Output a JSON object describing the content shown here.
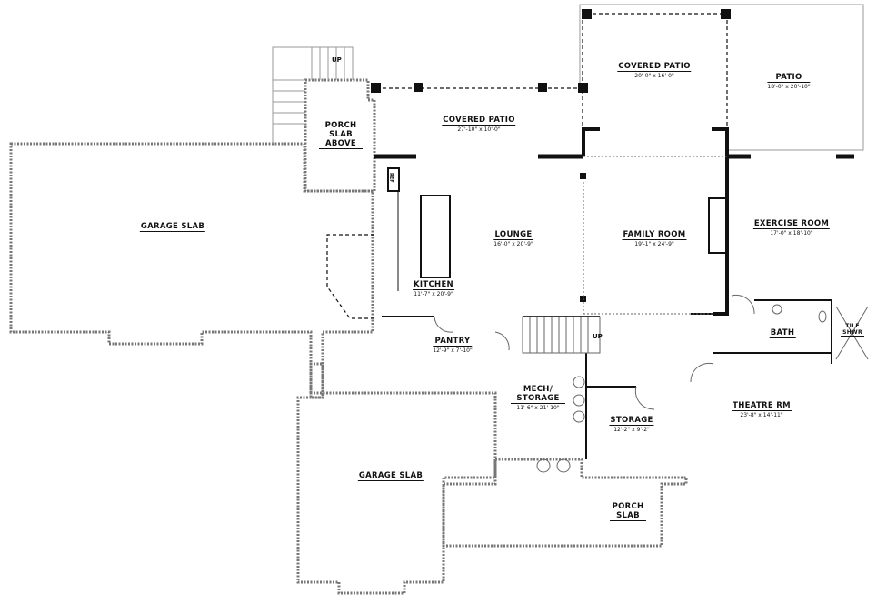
{
  "rooms": [
    {
      "name": "GARAGE SLAB",
      "dims": ""
    },
    {
      "name": "PORCH SLAB ABOVE",
      "dims": ""
    },
    {
      "name": "COVERED PATIO",
      "dims": "27'-10\" x 10'-0\""
    },
    {
      "name": "COVERED PATIO",
      "dims": "20'-0\" x 16'-0\""
    },
    {
      "name": "PATIO",
      "dims": "18'-0\" x 20'-10\""
    },
    {
      "name": "LOUNGE",
      "dims": "16'-0\" x 20'-9\""
    },
    {
      "name": "FAMILY ROOM",
      "dims": "19'-1\" x 24'-9\""
    },
    {
      "name": "EXERCISE ROOM",
      "dims": "17'-0\" x 18'-10\""
    },
    {
      "name": "KITCHEN",
      "dims": "11'-7\" x 20'-9\""
    },
    {
      "name": "PANTRY",
      "dims": "12'-9\" x 7'-10\""
    },
    {
      "name": "BATH",
      "dims": ""
    },
    {
      "name": "TILE SHWR",
      "dims": ""
    },
    {
      "name": "MECH/ STORAGE",
      "dims": "11'-6\" x 21'-10\""
    },
    {
      "name": "STORAGE",
      "dims": "12'-2\" x 9'-2\""
    },
    {
      "name": "THEATRE RM",
      "dims": "23'-8\" x 14'-11\""
    },
    {
      "name": "GARAGE SLAB",
      "dims": ""
    },
    {
      "name": "PORCH SLAB",
      "dims": ""
    }
  ],
  "annotations": {
    "stair_up_main": "UP",
    "stair_up_porch": "UP",
    "refrigerator": "REF"
  },
  "colors": {
    "wall": "#111111",
    "slab_edge": "#777777",
    "background": "#ffffff"
  }
}
